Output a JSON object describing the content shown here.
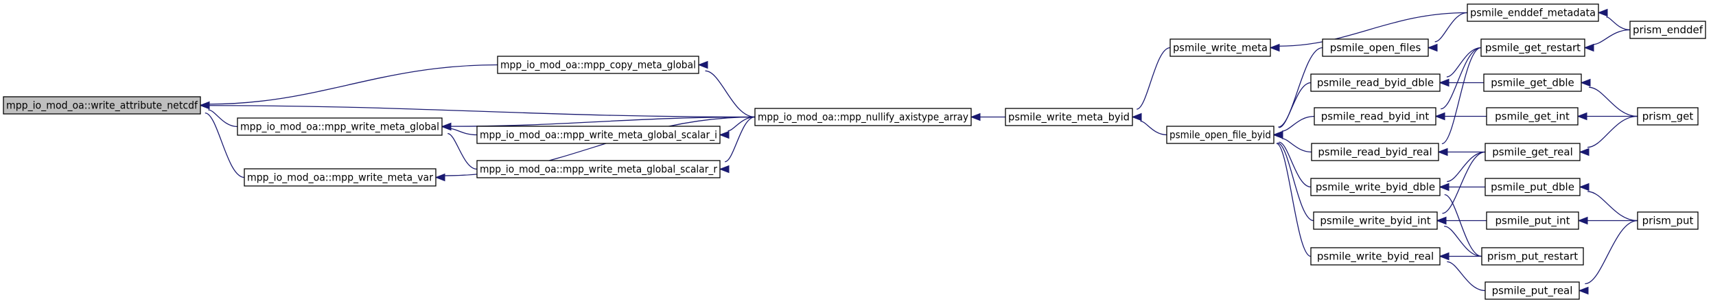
{
  "graph": {
    "nodes": [
      {
        "id": "root",
        "label": "mpp_io_mod_oa::write_attribute_netcdf",
        "root": true
      },
      {
        "id": "copy_meta_global",
        "label": "mpp_io_mod_oa::mpp_copy_meta_global"
      },
      {
        "id": "write_meta_global",
        "label": "mpp_io_mod_oa::mpp_write_meta_global"
      },
      {
        "id": "write_meta_var",
        "label": "mpp_io_mod_oa::mpp_write_meta_var"
      },
      {
        "id": "scalar_i",
        "label": "mpp_io_mod_oa::mpp_write_meta_global_scalar_i"
      },
      {
        "id": "scalar_r",
        "label": "mpp_io_mod_oa::mpp_write_meta_global_scalar_r"
      },
      {
        "id": "nullify",
        "label": "mpp_io_mod_oa::mpp_nullify_axistype_array"
      },
      {
        "id": "write_meta_byid",
        "label": "psmile_write_meta_byid"
      },
      {
        "id": "write_meta",
        "label": "psmile_write_meta"
      },
      {
        "id": "open_file_byid",
        "label": "psmile_open_file_byid"
      },
      {
        "id": "open_files",
        "label": "psmile_open_files"
      },
      {
        "id": "read_byid_dble",
        "label": "psmile_read_byid_dble"
      },
      {
        "id": "read_byid_int",
        "label": "psmile_read_byid_int"
      },
      {
        "id": "read_byid_real",
        "label": "psmile_read_byid_real"
      },
      {
        "id": "write_byid_dble",
        "label": "psmile_write_byid_dble"
      },
      {
        "id": "write_byid_int",
        "label": "psmile_write_byid_int"
      },
      {
        "id": "write_byid_real",
        "label": "psmile_write_byid_real"
      },
      {
        "id": "enddef_metadata",
        "label": "psmile_enddef_metadata"
      },
      {
        "id": "get_restart",
        "label": "psmile_get_restart"
      },
      {
        "id": "get_dble",
        "label": "psmile_get_dble"
      },
      {
        "id": "get_int",
        "label": "psmile_get_int"
      },
      {
        "id": "get_real",
        "label": "psmile_get_real"
      },
      {
        "id": "put_dble",
        "label": "psmile_put_dble"
      },
      {
        "id": "put_int",
        "label": "psmile_put_int"
      },
      {
        "id": "put_restart",
        "label": "prism_put_restart"
      },
      {
        "id": "put_real",
        "label": "psmile_put_real"
      },
      {
        "id": "prism_enddef",
        "label": "prism_enddef"
      },
      {
        "id": "prism_get",
        "label": "prism_get"
      },
      {
        "id": "prism_put",
        "label": "prism_put"
      }
    ],
    "edges": [
      {
        "from": "copy_meta_global",
        "to": "root"
      },
      {
        "from": "write_meta_global",
        "to": "root"
      },
      {
        "from": "write_meta_var",
        "to": "root"
      },
      {
        "from": "nullify",
        "to": "root"
      },
      {
        "from": "nullify",
        "to": "copy_meta_global"
      },
      {
        "from": "nullify",
        "to": "write_meta_global"
      },
      {
        "from": "scalar_i",
        "to": "write_meta_global"
      },
      {
        "from": "scalar_r",
        "to": "write_meta_global"
      },
      {
        "from": "nullify",
        "to": "scalar_i"
      },
      {
        "from": "nullify",
        "to": "scalar_r"
      },
      {
        "from": "nullify",
        "to": "write_meta_var"
      },
      {
        "from": "write_meta_byid",
        "to": "nullify"
      },
      {
        "from": "write_meta",
        "to": "write_meta_byid"
      },
      {
        "from": "open_file_byid",
        "to": "write_meta_byid"
      },
      {
        "from": "enddef_metadata",
        "to": "write_meta"
      },
      {
        "from": "open_files",
        "to": "open_file_byid"
      },
      {
        "from": "read_byid_dble",
        "to": "open_file_byid"
      },
      {
        "from": "read_byid_int",
        "to": "open_file_byid"
      },
      {
        "from": "read_byid_real",
        "to": "open_file_byid"
      },
      {
        "from": "write_byid_dble",
        "to": "open_file_byid"
      },
      {
        "from": "write_byid_int",
        "to": "open_file_byid"
      },
      {
        "from": "write_byid_real",
        "to": "open_file_byid"
      },
      {
        "from": "enddef_metadata",
        "to": "open_files"
      },
      {
        "from": "get_restart",
        "to": "read_byid_dble"
      },
      {
        "from": "get_dble",
        "to": "read_byid_dble"
      },
      {
        "from": "get_restart",
        "to": "read_byid_int"
      },
      {
        "from": "get_int",
        "to": "read_byid_int"
      },
      {
        "from": "get_restart",
        "to": "read_byid_real"
      },
      {
        "from": "get_real",
        "to": "read_byid_real"
      },
      {
        "from": "put_dble",
        "to": "write_byid_dble"
      },
      {
        "from": "put_restart",
        "to": "write_byid_dble"
      },
      {
        "from": "put_int",
        "to": "write_byid_int"
      },
      {
        "from": "put_restart",
        "to": "write_byid_int"
      },
      {
        "from": "put_restart",
        "to": "write_byid_real"
      },
      {
        "from": "put_real",
        "to": "write_byid_real"
      },
      {
        "from": "get_real",
        "to": "write_byid_dble"
      },
      {
        "from": "get_real",
        "to": "write_byid_int"
      },
      {
        "from": "prism_enddef",
        "to": "enddef_metadata"
      },
      {
        "from": "prism_enddef",
        "to": "get_restart"
      },
      {
        "from": "prism_get",
        "to": "get_dble"
      },
      {
        "from": "prism_get",
        "to": "get_int"
      },
      {
        "from": "prism_get",
        "to": "get_real"
      },
      {
        "from": "prism_put",
        "to": "put_dble"
      },
      {
        "from": "prism_put",
        "to": "put_int"
      },
      {
        "from": "prism_put",
        "to": "put_real"
      }
    ]
  }
}
